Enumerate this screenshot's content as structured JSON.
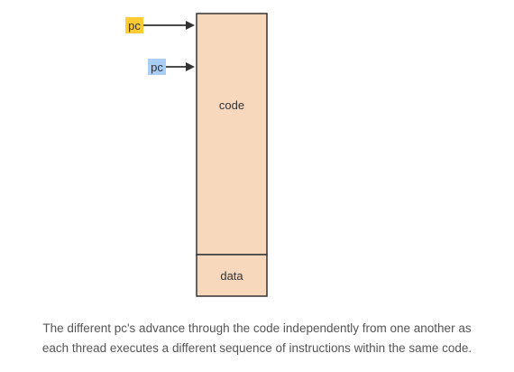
{
  "diagram": {
    "pointers": [
      {
        "label": "pc",
        "color": "#ffcc33"
      },
      {
        "label": "pc",
        "color": "#a8cef5"
      }
    ],
    "memory": {
      "fill": "#f7d8bc",
      "stroke": "#333333",
      "segments": [
        {
          "label": "code"
        },
        {
          "label": "data"
        }
      ]
    }
  },
  "caption": {
    "line1": "The different pc's advance through the code independently from one another as",
    "line2": "each thread executes a different sequence of instructions within the same code."
  }
}
